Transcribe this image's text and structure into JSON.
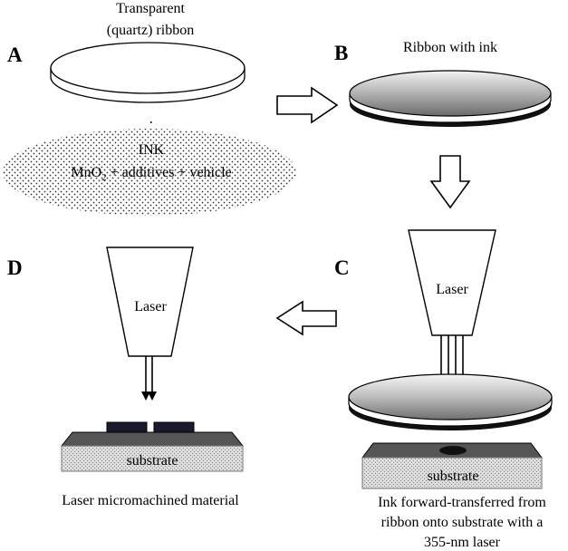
{
  "panels": {
    "a": {
      "letter": "A",
      "ribbon_label": [
        "Transparent",
        "(quartz) ribbon"
      ],
      "ink_label": "INK",
      "ink_formula": {
        "prefix": "MnO",
        "subscript": "2",
        "suffix": " + additives + vehicle"
      }
    },
    "b": {
      "letter": "B",
      "label": "Ribbon with ink"
    },
    "c": {
      "letter": "C",
      "laser_label": "Laser",
      "substrate_label": "substrate",
      "caption": [
        "Ink forward-transferred from",
        "ribbon onto substrate with a",
        "355-nm laser"
      ]
    },
    "d": {
      "letter": "D",
      "laser_label": "Laser",
      "substrate_label": "substrate",
      "caption": "Laser micromachined material"
    }
  }
}
